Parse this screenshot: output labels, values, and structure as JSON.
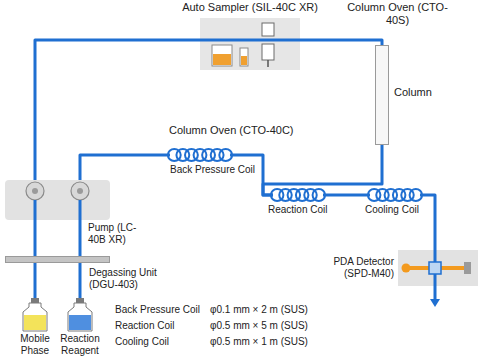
{
  "diagram": {
    "nodes": [
      {
        "text": [
          "Auto Sampler (SIL-40C XR)"
        ]
      },
      {
        "text": [
          "Column Oven (CTO-40S)"
        ]
      },
      {
        "text": [
          "Column"
        ],
        "in": 1
      },
      {
        "text": [
          "Column Oven (CTO-40C)"
        ]
      },
      {
        "text": [
          "Back Pressure Coil"
        ],
        "in": 3
      },
      {
        "text": [
          "Reaction Coil"
        ],
        "in": 3
      },
      {
        "text": [
          "Cooling Coil"
        ],
        "in": 1
      },
      {
        "text": [
          "Pump (LC-40B XR)"
        ]
      },
      {
        "text": [
          "Degassing Unit (DGU-403)"
        ]
      },
      {
        "text": [
          "PDA Detector (SPD-M40)"
        ]
      },
      {
        "text": [
          "Mobile Phase"
        ]
      },
      {
        "text": [
          "Reaction Reagent"
        ]
      }
    ],
    "edges": [
      {
        "from": 7,
        "to": 0,
        "arrow": "none"
      },
      {
        "from": 0,
        "to": 2,
        "arrow": "none"
      },
      {
        "from": 2,
        "to": 5,
        "arrow": "none"
      },
      {
        "from": 7,
        "to": 4,
        "arrow": "none"
      },
      {
        "from": 4,
        "to": 5,
        "arrow": "none"
      },
      {
        "from": 5,
        "to": 6,
        "arrow": "none"
      },
      {
        "from": 6,
        "to": 9,
        "arrow": "none"
      },
      {
        "from": 10,
        "to": 8,
        "arrow": "none"
      },
      {
        "from": 8,
        "to": 7,
        "arrow": "none"
      },
      {
        "from": 11,
        "to": 8,
        "arrow": "none"
      },
      {
        "from": 8,
        "to": 7,
        "arrow": "none"
      }
    ],
    "labels": [
      "Back Pressure Coil",
      "φ0.1 mm × 2 m (SUS)",
      "Reaction Coil",
      "φ0.5 mm × 5 m (SUS)",
      "Cooling Coil",
      "φ0.5 mm × 1 m (SUS)"
    ]
  }
}
